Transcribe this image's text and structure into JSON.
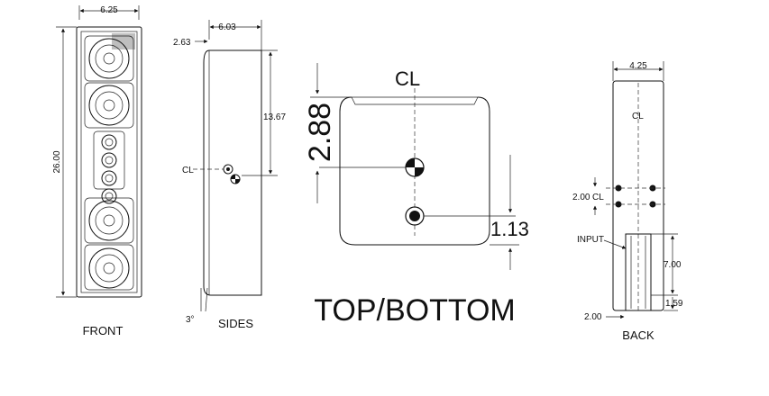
{
  "front": {
    "name": "FRONT",
    "width": "6.25",
    "height": "26.00"
  },
  "sides": {
    "name": "SIDES",
    "depth": "6.03",
    "top_offset": "2.63",
    "center_height": "13.67",
    "angle": "3°",
    "centerline": "CL"
  },
  "top_bottom": {
    "name": "TOP/BOTTOM",
    "dim_a": "2.88",
    "dim_b": "1.13",
    "centerline": "CL"
  },
  "back": {
    "name": "BACK",
    "width": "4.25",
    "mount_spacing": "2.00",
    "centerline": "CL",
    "input_label": "INPUT",
    "input_height": "7.00",
    "input_bottom": "1.59",
    "input_width": "2.00"
  },
  "colors": {
    "line": "#111111",
    "background": "#ffffff"
  }
}
